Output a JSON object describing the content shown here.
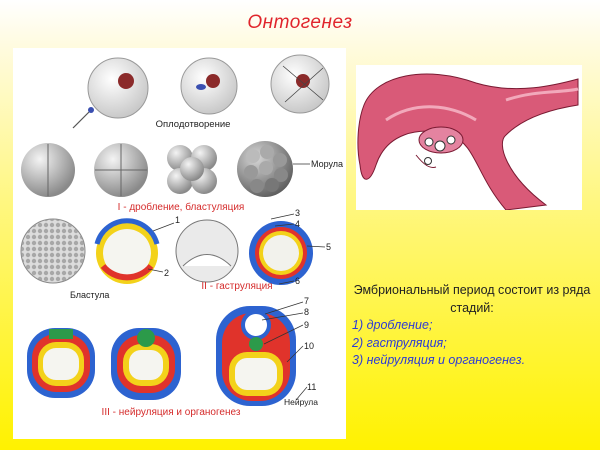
{
  "slide": {
    "title": "Онтогенез",
    "description": {
      "intro": "Эмбриональный период состоит из ряда стадий:",
      "stages": [
        "1) дробление;",
        "2) гаструляция;",
        "3) нейруляция и органогенез."
      ]
    }
  },
  "figure": {
    "fertilization_caption": "Оплодотворение",
    "morula_label": "Морула",
    "stage1_caption": "I - дробление, бластуляция",
    "blastula_label": "Бластула",
    "stage2_caption": "II - гаструляция",
    "stage3_caption": "III - нейруляция и органогенез",
    "neurula_label": "Нейрула",
    "numbers": [
      "1",
      "2",
      "3",
      "4",
      "5",
      "6",
      "7",
      "8",
      "9",
      "10",
      "11"
    ]
  },
  "colors": {
    "title": "#e0252c",
    "caption": "#d52b2b",
    "stage_list": "#2d3bd6",
    "ectoderm": "#2d63d0",
    "mesoderm": "#e0332b",
    "endoderm": "#f3d21a",
    "notochord": "#2c9a4a"
  }
}
